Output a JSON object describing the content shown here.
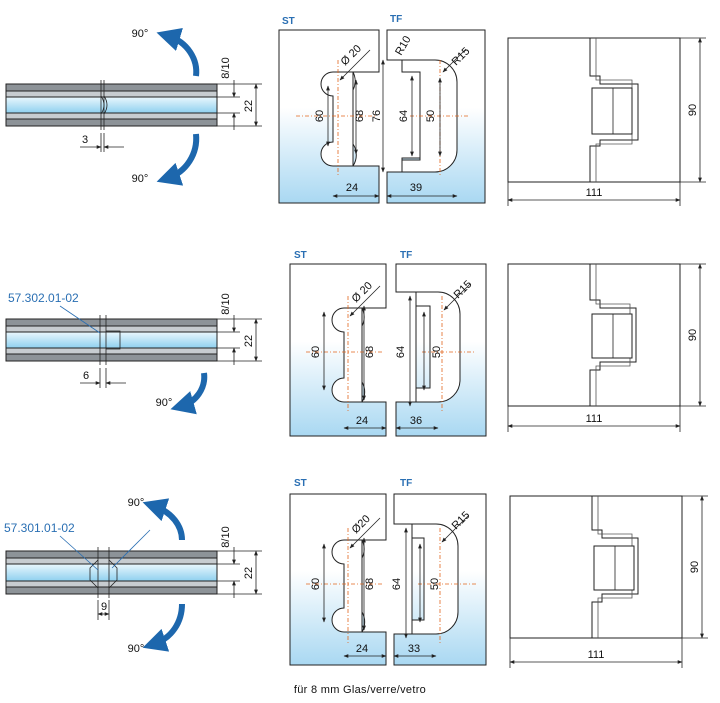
{
  "caption": "für 8 mm Glas/verre/vetro",
  "colors": {
    "accent": "#2a6fb3",
    "centerline": "#e2651c",
    "glass_top": "#ffffff",
    "glass_bottom": "#a9d8f2"
  },
  "rows": [
    {
      "angles": [
        "90°",
        "90°"
      ],
      "gap_label": "3",
      "thickness_label": "8/10",
      "height_label": "22",
      "part_label": "",
      "st_label": "ST",
      "tf_label": "TF",
      "st_dia": "Ø 20",
      "tf_radius_small": "R10",
      "tf_radius": "R15",
      "st_h1": "60",
      "st_h2": "68",
      "mid_h": "76",
      "tf_h1": "64",
      "tf_h2": "50",
      "st_w": "24",
      "tf_w": "39",
      "hinge_w": "111",
      "hinge_h": "90"
    },
    {
      "angles": [
        "90°"
      ],
      "gap_label": "6",
      "thickness_label": "8/10",
      "height_label": "22",
      "part_label": "57.302.01-02",
      "st_label": "ST",
      "tf_label": "TF",
      "st_dia": "Ø 20",
      "tf_radius": "R15",
      "st_h1": "60",
      "st_h2": "68",
      "tf_h1": "64",
      "tf_h2": "50",
      "st_w": "24",
      "tf_w": "36",
      "hinge_w": "111",
      "hinge_h": "90"
    },
    {
      "angles": [
        "90°",
        "90°"
      ],
      "gap_label": "9",
      "thickness_label": "8/10",
      "height_label": "22",
      "part_label": "57.301.01-02",
      "st_label": "ST",
      "tf_label": "TF",
      "st_dia": "Ø20",
      "tf_radius": "R15",
      "st_h1": "60",
      "st_h2": "68",
      "tf_h1": "64",
      "tf_h2": "50",
      "st_w": "24",
      "tf_w": "33",
      "hinge_w": "111",
      "hinge_h": "90"
    }
  ]
}
